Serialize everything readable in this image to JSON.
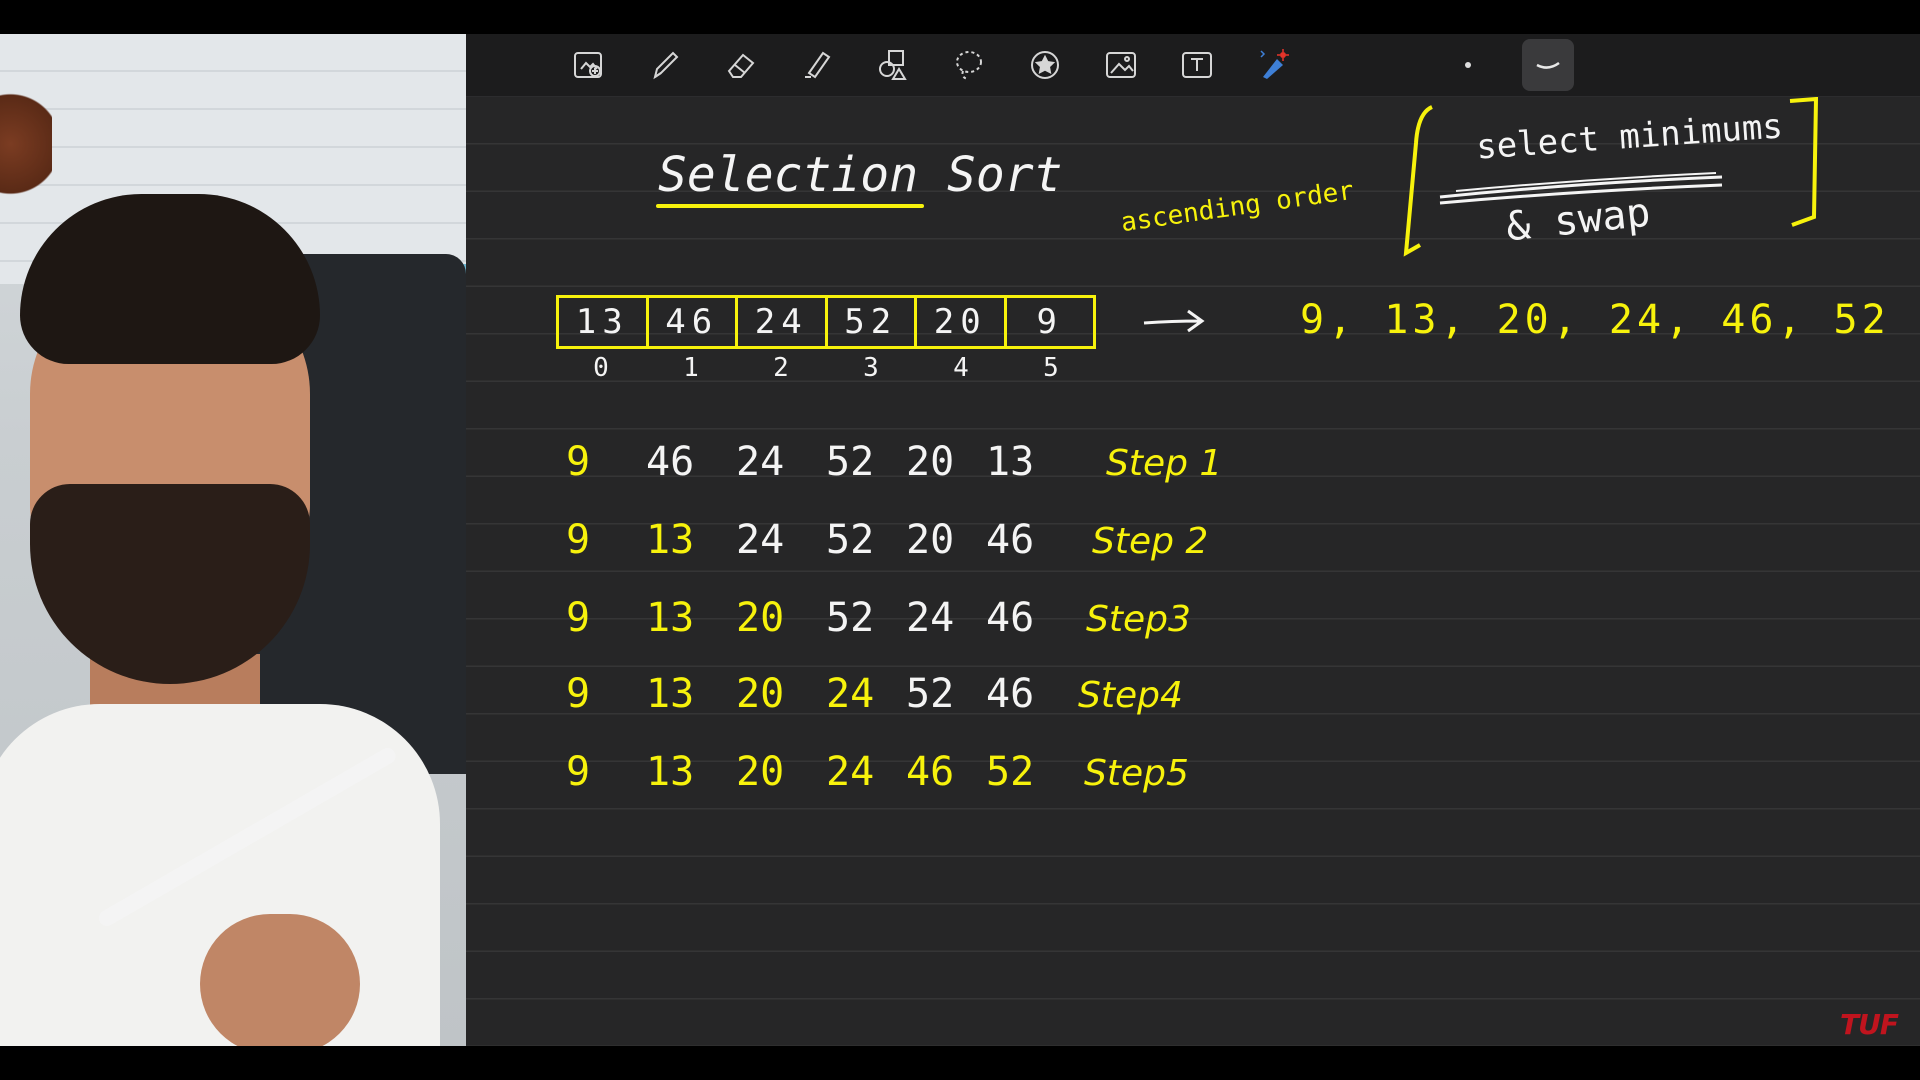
{
  "title": "Selection Sort",
  "note_ascending": "ascending order",
  "concept": {
    "line1": "select minimums",
    "line2": "& swap"
  },
  "array": [
    {
      "value": "13",
      "index": "0"
    },
    {
      "value": "46",
      "index": "1"
    },
    {
      "value": "24",
      "index": "2"
    },
    {
      "value": "52",
      "index": "3"
    },
    {
      "value": "20",
      "index": "4"
    },
    {
      "value": "9",
      "index": "5"
    }
  ],
  "sorted_result": "9, 13, 20, 24, 46, 52",
  "steps": [
    {
      "label": "Step 1",
      "values": [
        "9",
        "46",
        "24",
        "52",
        "20",
        "13"
      ],
      "highlight": 1
    },
    {
      "label": "Step 2",
      "values": [
        "9",
        "13",
        "24",
        "52",
        "20",
        "46"
      ],
      "highlight": 2
    },
    {
      "label": "Step3",
      "values": [
        "9",
        "13",
        "20",
        "52",
        "24",
        "46"
      ],
      "highlight": 3
    },
    {
      "label": "Step4",
      "values": [
        "9",
        "13",
        "20",
        "24",
        "52",
        "46"
      ],
      "highlight": 4
    },
    {
      "label": "Step5",
      "values": [
        "9",
        "13",
        "20",
        "24",
        "46",
        "52"
      ],
      "highlight": 6
    }
  ],
  "toolbar": [
    {
      "name": "insert-page-icon"
    },
    {
      "name": "pen-icon"
    },
    {
      "name": "eraser-icon"
    },
    {
      "name": "highlighter-icon"
    },
    {
      "name": "shapes-icon"
    },
    {
      "name": "lasso-icon"
    },
    {
      "name": "sticker-icon"
    },
    {
      "name": "image-icon"
    },
    {
      "name": "text-icon"
    },
    {
      "name": "laser-pointer-icon"
    }
  ],
  "watermark": "TUF",
  "colors": {
    "ink_yellow": "#f7f20c",
    "ink_white": "#f4f4f4",
    "canvas": "#262627",
    "toolbar": "#1c1c1d"
  }
}
